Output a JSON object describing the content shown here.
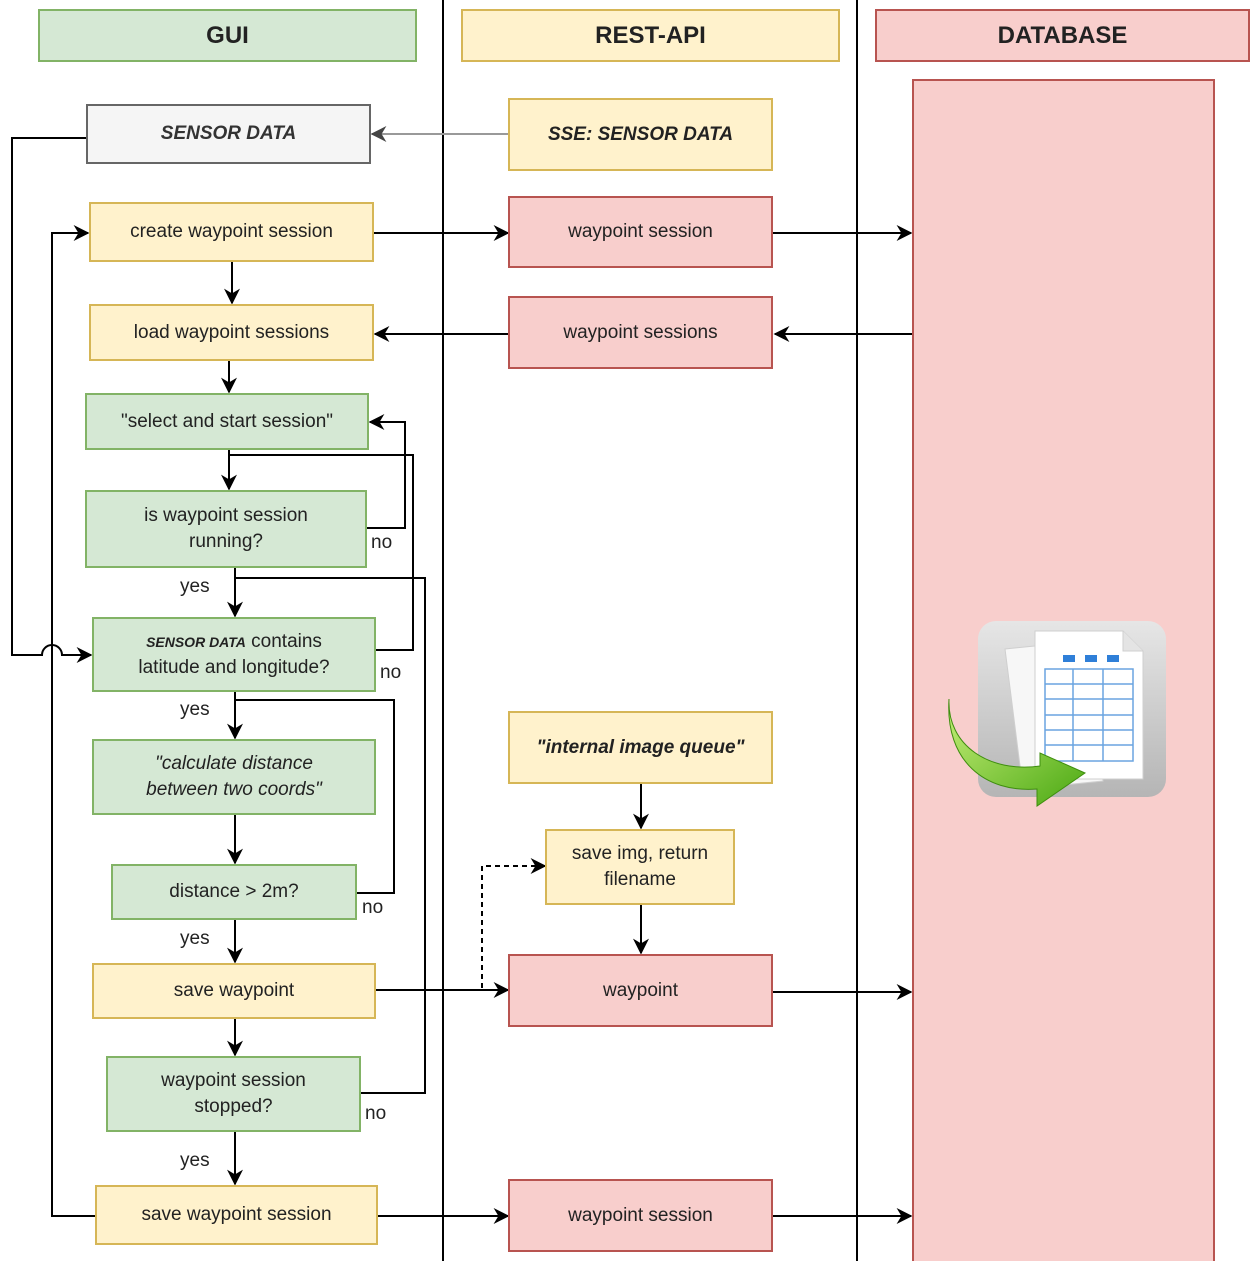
{
  "lanes": {
    "gui": "GUI",
    "rest": "REST-API",
    "db": "DATABASE"
  },
  "gui": {
    "sensor_data": "SENSOR DATA",
    "create_session": "create waypoint session",
    "load_sessions": "load waypoint sessions",
    "select_start": "\"select and start session\"",
    "is_running_1": "is waypoint session",
    "is_running_2": "running?",
    "contains_prefix": "SENSOR DATA",
    "contains_1": " contains",
    "contains_2": "latitude and longitude?",
    "calc_1": "\"calculate distance",
    "calc_2": "between two coords\"",
    "distance": "distance > 2m?",
    "save_waypoint": "save waypoint",
    "stopped_1": "waypoint session",
    "stopped_2": "stopped?",
    "save_session": "save waypoint session"
  },
  "rest": {
    "sse": "SSE: SENSOR DATA",
    "session": "waypoint session",
    "sessions": "waypoint sessions",
    "queue": "\"internal image queue\"",
    "save_img_1": "save img, return",
    "save_img_2": "filename",
    "waypoint": "waypoint",
    "session_end": "waypoint session"
  },
  "db": {
    "icon": "database-table-icon"
  },
  "edge_labels": {
    "no": "no",
    "yes": "yes"
  },
  "colors": {
    "yellow_fill": "#fff2cc",
    "yellow_stroke": "#d6b656",
    "green_fill": "#d5e8d4",
    "green_stroke": "#82b366",
    "red_fill": "#f8cecc",
    "red_stroke": "#b85450",
    "gray_fill": "#f5f5f5",
    "gray_stroke": "#666666"
  }
}
